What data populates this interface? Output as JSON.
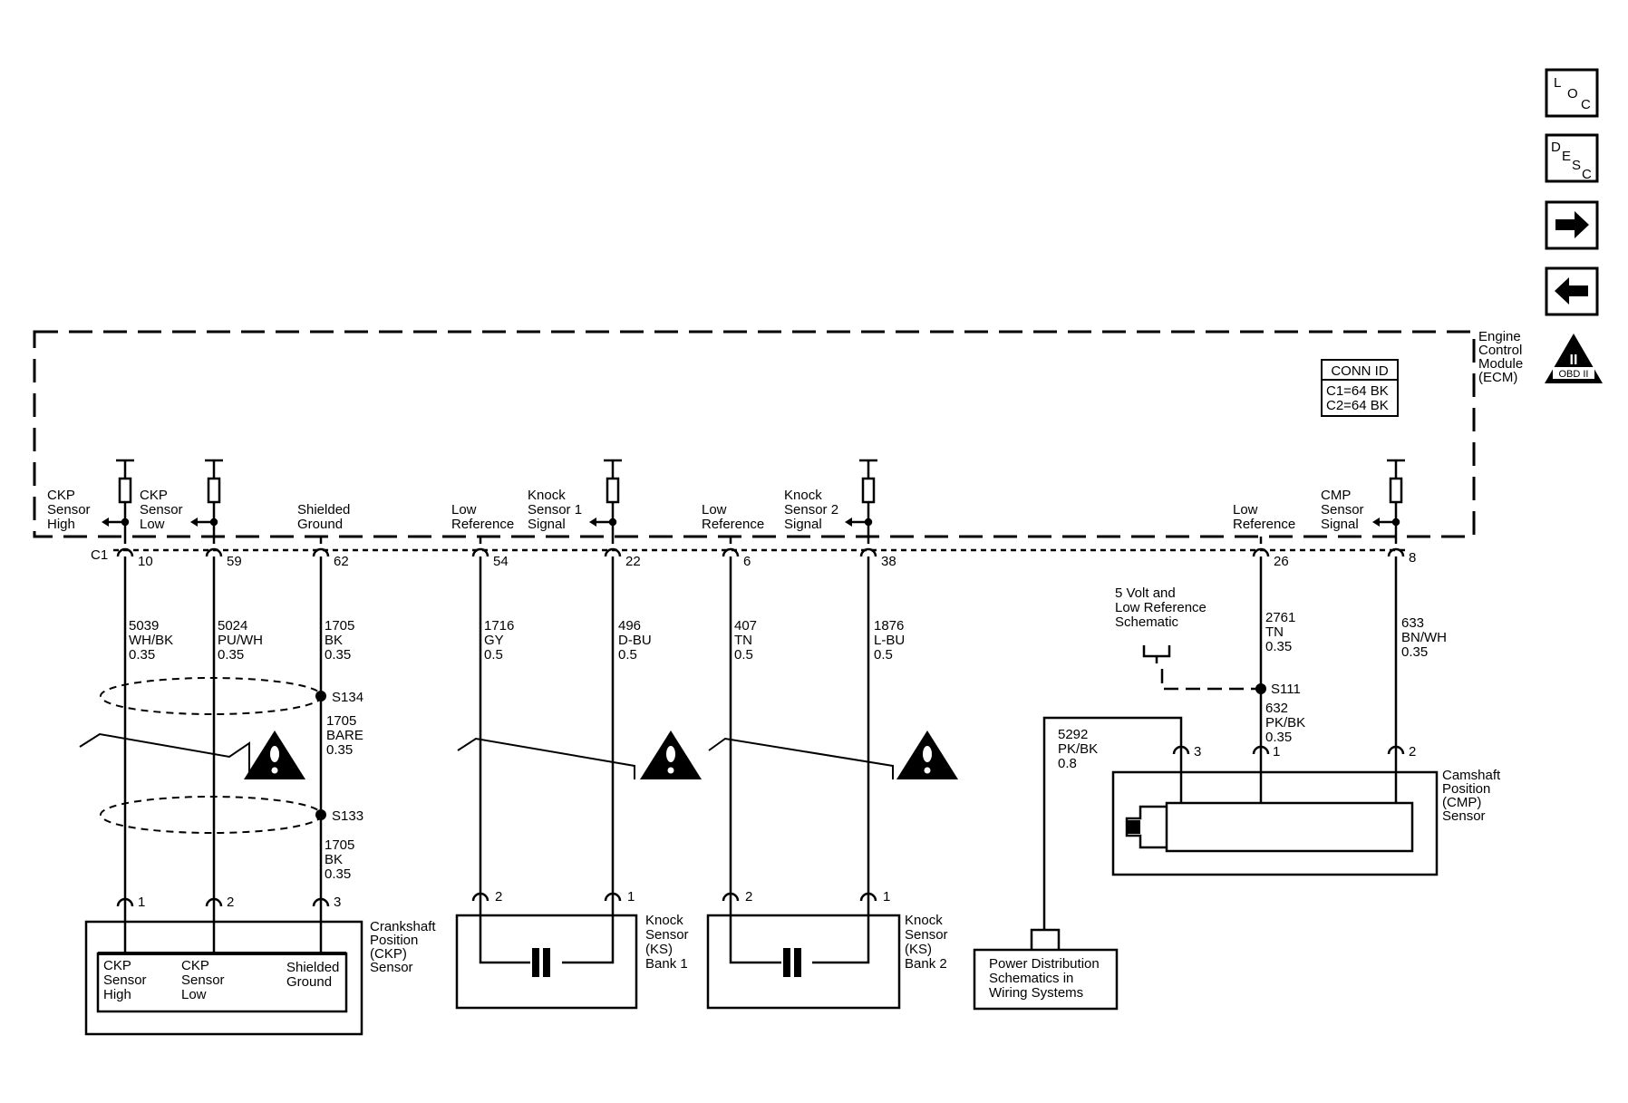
{
  "ecm": {
    "name_lines": [
      "Engine",
      "Control",
      "Module",
      "(ECM)"
    ],
    "conn_id_title": "CONN ID",
    "conn_id_lines": [
      "C1=64 BK",
      "C2=64 BK"
    ],
    "connector_label": "C1"
  },
  "nav": {
    "loc": [
      "L",
      "O",
      "C"
    ],
    "desc": [
      "D",
      "E",
      "S",
      "C"
    ],
    "next_icon": "arrow-right-icon",
    "prev_icon": "arrow-left-icon",
    "obd_label": "OBD II",
    "obd_mark": "II"
  },
  "circuit_labels": {
    "ckp_high": [
      "CKP",
      "Sensor",
      "High"
    ],
    "ckp_low": [
      "CKP",
      "Sensor",
      "Low"
    ],
    "shield": [
      "Shielded",
      "Ground"
    ],
    "low_ref_ks1": [
      "Low",
      "Reference"
    ],
    "ks1_signal": [
      "Knock",
      "Sensor 1",
      "Signal"
    ],
    "low_ref_ks2": [
      "Low",
      "Reference"
    ],
    "ks2_signal": [
      "Knock",
      "Sensor 2",
      "Signal"
    ],
    "low_ref_cmp": [
      "Low",
      "Reference"
    ],
    "cmp_signal": [
      "CMP",
      "Sensor",
      "Signal"
    ]
  },
  "ecm_pins": [
    "10",
    "59",
    "62",
    "54",
    "22",
    "6",
    "38",
    "26",
    "8"
  ],
  "wires": {
    "w5039": [
      "5039",
      "WH/BK",
      "0.35"
    ],
    "w5024": [
      "5024",
      "PU/WH",
      "0.35"
    ],
    "w1705a": [
      "1705",
      "BK",
      "0.35"
    ],
    "w1705bare": [
      "1705",
      "BARE",
      "0.35"
    ],
    "w1705b": [
      "1705",
      "BK",
      "0.35"
    ],
    "w1716": [
      "1716",
      "GY",
      "0.5"
    ],
    "w496": [
      "496",
      "D-BU",
      "0.5"
    ],
    "w407": [
      "407",
      "TN",
      "0.5"
    ],
    "w1876": [
      "1876",
      "L-BU",
      "0.5"
    ],
    "w2761": [
      "2761",
      "TN",
      "0.35"
    ],
    "w632": [
      "632",
      "PK/BK",
      "0.35"
    ],
    "w633": [
      "633",
      "BN/WH",
      "0.35"
    ],
    "w5292": [
      "5292",
      "PK/BK",
      "0.8"
    ]
  },
  "splices": {
    "s134": "S134",
    "s133": "S133",
    "s111": "S111"
  },
  "references": {
    "five_volt": [
      "5 Volt and",
      "Low Reference",
      "Schematic"
    ],
    "power_dist": [
      "Power Distribution",
      "Schematics in",
      "Wiring Systems"
    ]
  },
  "components": {
    "ckp": {
      "name": [
        "Crankshaft",
        "Position",
        "(CKP)",
        "Sensor"
      ],
      "pins": [
        "1",
        "2",
        "3"
      ],
      "inner_high": [
        "CKP",
        "Sensor",
        "High"
      ],
      "inner_low": [
        "CKP",
        "Sensor",
        "Low"
      ],
      "inner_shield": [
        "Shielded",
        "Ground"
      ]
    },
    "ks1": {
      "name": [
        "Knock",
        "Sensor",
        "(KS)",
        "Bank 1"
      ],
      "pins": [
        "2",
        "1"
      ]
    },
    "ks2": {
      "name": [
        "Knock",
        "Sensor",
        "(KS)",
        "Bank 2"
      ],
      "pins": [
        "2",
        "1"
      ]
    },
    "cmp": {
      "name": [
        "Camshaft",
        "Position",
        "(CMP)",
        "Sensor"
      ],
      "pins": [
        "3",
        "1",
        "2"
      ]
    }
  },
  "warning_icon": "caution-triangle-icon"
}
